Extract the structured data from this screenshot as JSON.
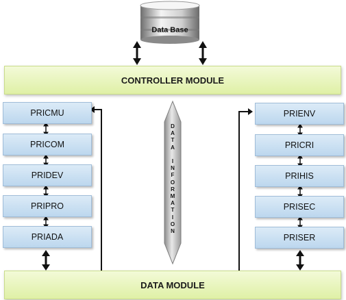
{
  "database": {
    "label": "Data Base"
  },
  "controller_module": {
    "label": "CONTROLLER MODULE"
  },
  "data_module": {
    "label": "DATA MODULE"
  },
  "data_information": {
    "label": "DATA INFORMATION"
  },
  "left_column": {
    "items": [
      "PRICMU",
      "PRICOM",
      "PRIDEV",
      "PRIPRO",
      "PRIADA"
    ]
  },
  "right_column": {
    "items": [
      "PRIENV",
      "PRICRI",
      "PRIHIS",
      "PRISEC",
      "PRISER"
    ]
  }
}
